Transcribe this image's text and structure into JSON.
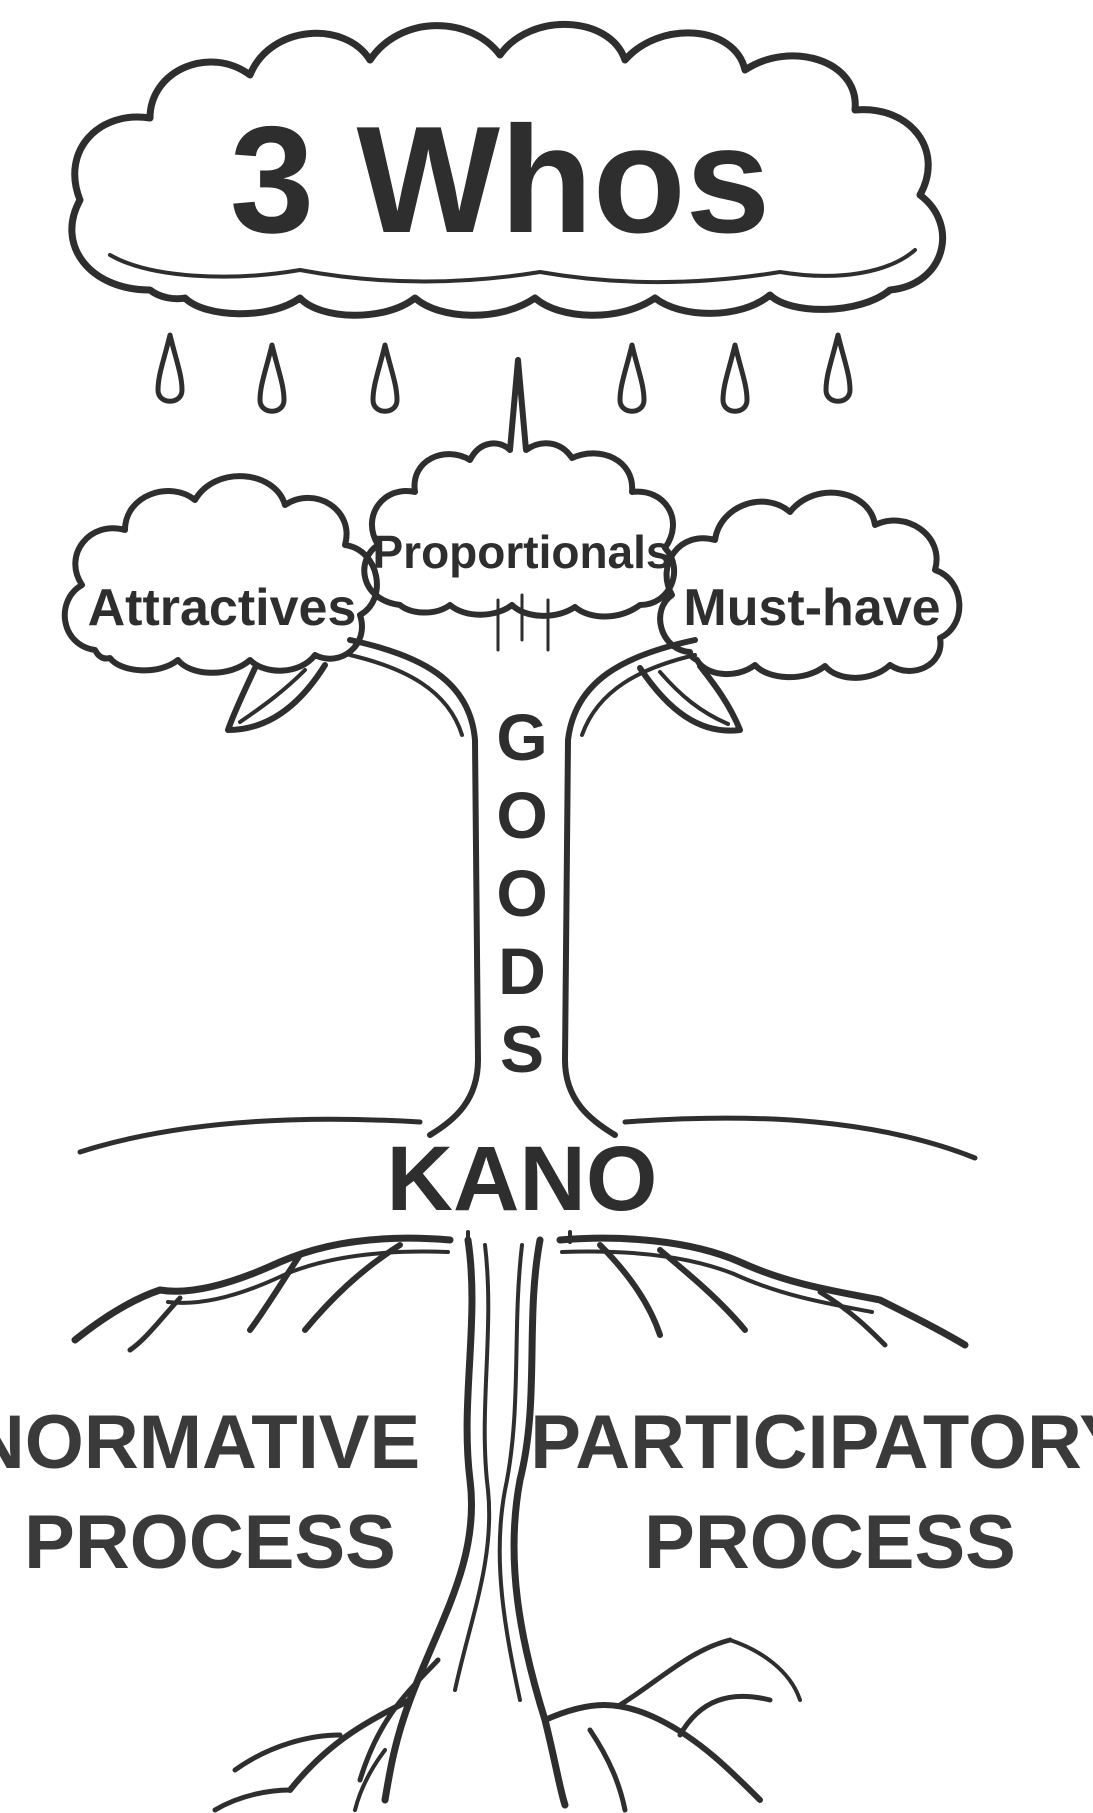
{
  "title": "3 Whos",
  "canopy": {
    "left": "Attractives",
    "center": "Proportionals",
    "right": "Must-have"
  },
  "trunk": {
    "letters": [
      "G",
      "O",
      "O",
      "D",
      "S"
    ]
  },
  "ground": {
    "label": "KANO"
  },
  "roots": {
    "left": {
      "line1": "NORMATIVE",
      "line2": "PROCESS"
    },
    "right": {
      "line1": "PARTICIPATORY",
      "line2": "PROCESS"
    }
  },
  "colors": {
    "ink": "#2e2e2e",
    "background": "#ffffff"
  }
}
